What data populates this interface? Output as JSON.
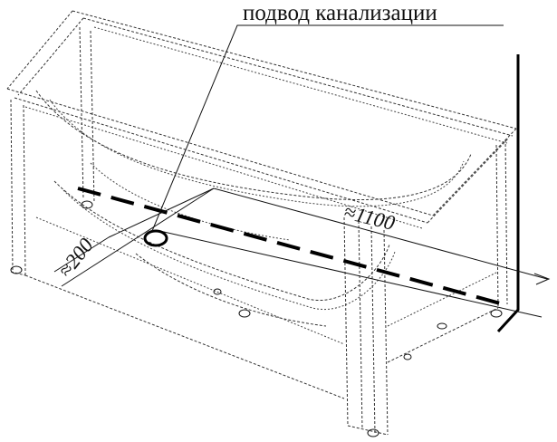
{
  "labels": {
    "drain_connection": "подвод канализации",
    "tub_width": "≈1100",
    "drain_offset": "≈200"
  },
  "colors": {
    "line": "#111111",
    "background": "#ffffff"
  }
}
